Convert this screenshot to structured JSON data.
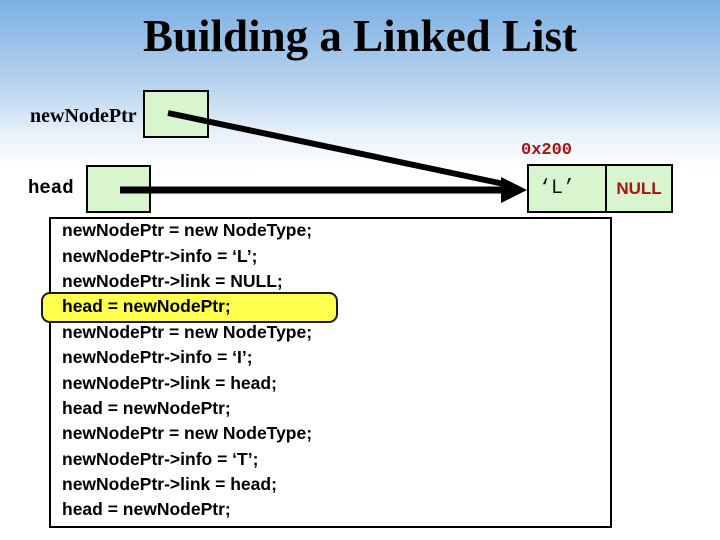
{
  "slide": {
    "title": "Building a Linked List"
  },
  "diagram": {
    "new_node_ptr_label": "newNodePtr",
    "head_label": "head",
    "address_label": "0x200",
    "node": {
      "info": "‘L’",
      "link": "NULL"
    }
  },
  "code": {
    "lines": [
      "newNodePtr = new NodeType;",
      "newNodePtr->info = ‘L’;",
      "newNodePtr->link = NULL;",
      "head = newNodePtr;",
      "newNodePtr = new NodeType;",
      "newNodePtr->info = ‘I’;",
      "newNodePtr->link = head;",
      "head = newNodePtr;",
      "newNodePtr = new NodeType;",
      "newNodePtr->info = ‘T’;",
      "newNodePtr->link = head;",
      "head = newNodePtr;"
    ],
    "highlighted_line_index": 3
  },
  "colors": {
    "slide_top": "#7cb0e3",
    "node_fill": "#d8f5d0",
    "highlight_fill": "#ffff4d",
    "accent_red": "#aa1111"
  }
}
